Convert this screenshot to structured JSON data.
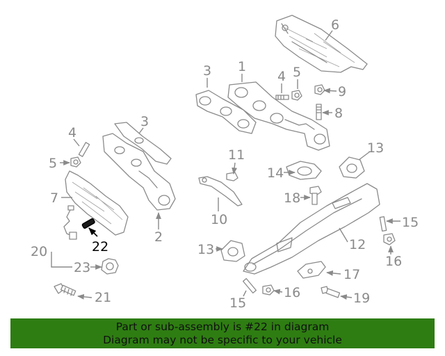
{
  "diagram": {
    "callouts": [
      "1",
      "2",
      "3",
      "3",
      "4",
      "4",
      "5",
      "5",
      "6",
      "7",
      "8",
      "9",
      "10",
      "11",
      "12",
      "13",
      "13",
      "14",
      "15",
      "15",
      "16",
      "16",
      "17",
      "18",
      "19",
      "20",
      "21",
      "22",
      "23"
    ],
    "highlighted_part": "22"
  },
  "banner": {
    "line1": "Part or sub-assembly is #22 in diagram",
    "line2": "Diagram may not be specific to your vehicle",
    "color": "#2e7d12"
  }
}
